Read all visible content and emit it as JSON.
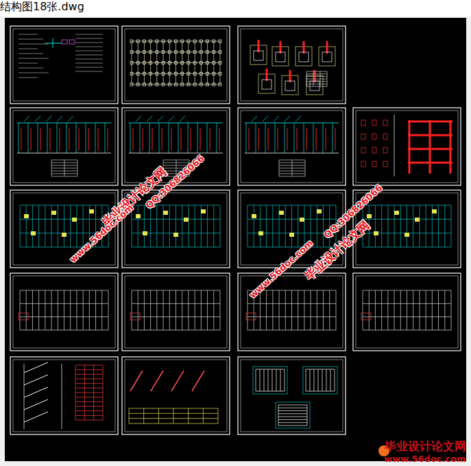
{
  "diagram": {
    "title": "结构图18张.dwg",
    "labels": [
      "毕业设计论文网",
      "www.56doc.com",
      "QQ:306826066",
      "毕业设计论文网",
      "www.56doc.com",
      "QQ:306826066",
      "毕业设计论文网",
      "www.56doc.com"
    ]
  }
}
